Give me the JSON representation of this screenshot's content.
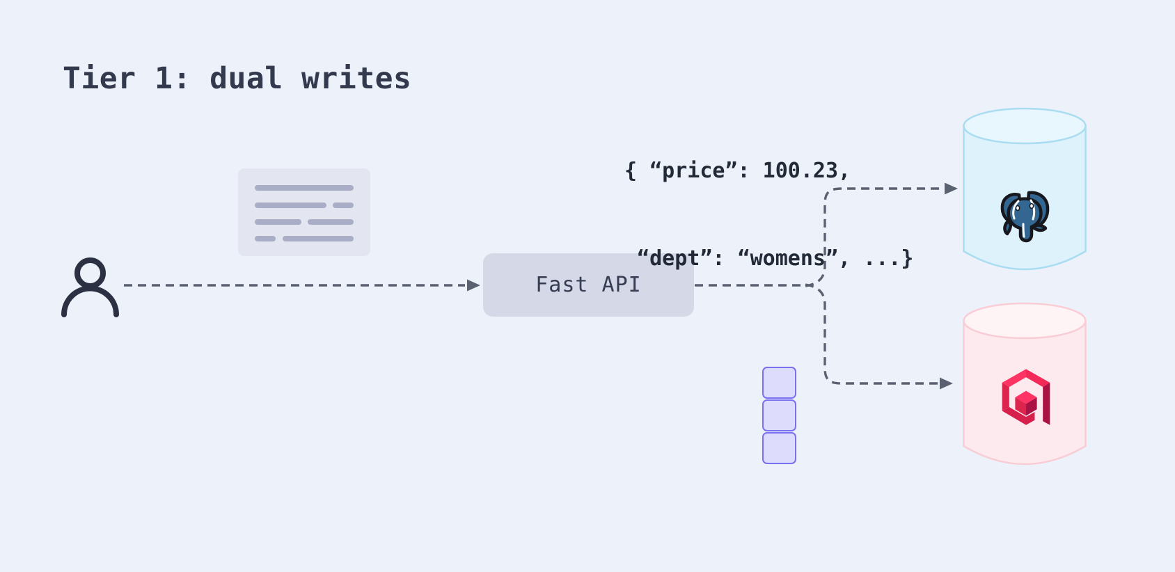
{
  "title": "Tier 1: dual writes",
  "payload_annotation": {
    "line1": "{ “price”: 100.23,",
    "line2": " “dept”: “womens”, ...}"
  },
  "nodes": {
    "user": {
      "icon": "user-icon"
    },
    "document": {
      "icon": "document-icon"
    },
    "api": {
      "label": "Fast API"
    },
    "queue": {
      "icon": "queue-icon",
      "cells": 3
    },
    "postgres": {
      "icon": "postgresql-logo",
      "shape": "database-cylinder"
    },
    "qdrant": {
      "icon": "qdrant-logo",
      "shape": "database-cylinder"
    }
  },
  "colors": {
    "background": "#edf1fa",
    "ink": "#333a4e",
    "dash": "#5a6171",
    "api_box": "#d5d8e6",
    "card": "#e3e6f1",
    "card_line": "#a9aec6",
    "queue_fill": "#dddcfc",
    "queue_border": "#7a71f1",
    "postgres_body": "#ddf2fb",
    "postgres_top": "#e8f7fd",
    "postgres_border": "#aadcf2",
    "postgres_blue": "#336791",
    "qdrant_body": "#fdeaee",
    "qdrant_top": "#fef3f5",
    "qdrant_border": "#f9cdd5",
    "qdrant_bright": "#ff3364",
    "qdrant_mid": "#dc244c",
    "qdrant_dark": "#aa1244"
  }
}
